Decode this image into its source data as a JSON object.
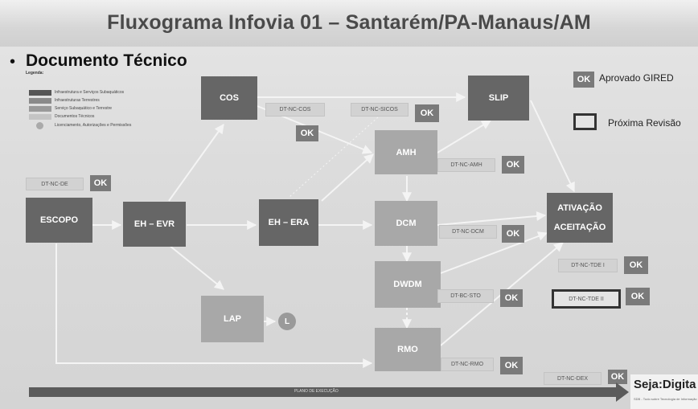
{
  "title": "Fluxograma Infovia 01 – Santarém/PA-Manaus/AM",
  "bullet": "•",
  "subtitle": "Documento Técnico",
  "legend": {
    "title": "Legenda:",
    "items": [
      {
        "label": "Infraestrutura e Serviços Subaquáticos",
        "color": "#555555"
      },
      {
        "label": "Infraestruturas Terrestres",
        "color": "#8a8a8a"
      },
      {
        "label": "Serviço Subaquático e Terrestre",
        "color": "#9a9a9a"
      },
      {
        "label": "Documentos Técnicos",
        "color": "#c4c4c4"
      },
      {
        "label": "Licenciamento, Autorizações e Permissões",
        "color": "#aaaaaa"
      }
    ]
  },
  "legend_right": {
    "ok_badge": "OK",
    "approved": "Aprovado GIRED",
    "next_review": "Próxima Revisão"
  },
  "nodes": {
    "escopo": "ESCOPO",
    "eh_evr": "EH – EVR",
    "cos": "COS",
    "lap": "LAP",
    "eh_era": "EH – ERA",
    "amh": "AMH",
    "dcm": "DCM",
    "dwdm": "DWDM",
    "rmo": "RMO",
    "slip": "SLIP",
    "ativacao": "ATIVAÇÃO",
    "aceitacao": "ACEITAÇÃO",
    "l_circle": "L"
  },
  "tags": {
    "dt_nc_de": "DT-NC-DE",
    "dt_nc_cos": "DT-NC-COS",
    "dt_nc_sicos": "DT-NC-SICOS",
    "dt_nc_amh": "DT-NC-AMH",
    "dt_nc_dcm": "DT-NC-DCM",
    "dt_bc_sto": "DT-BC-STO",
    "dt_nc_rmo": "DT-NC-RMO",
    "dt_nc_tde_i": "DT-NC-TDE I",
    "dt_nc_tde_ii": "DT-NC-TDE II",
    "dt_nc_dex": "DT-NC-DEX"
  },
  "ok_label": "OK",
  "bottom_bar_label": "PLANO DE EXECUÇÃO",
  "logo": {
    "text": "Seja:Digita",
    "sub": "SDB - Tudo sobre Tecnologia de Informação"
  }
}
